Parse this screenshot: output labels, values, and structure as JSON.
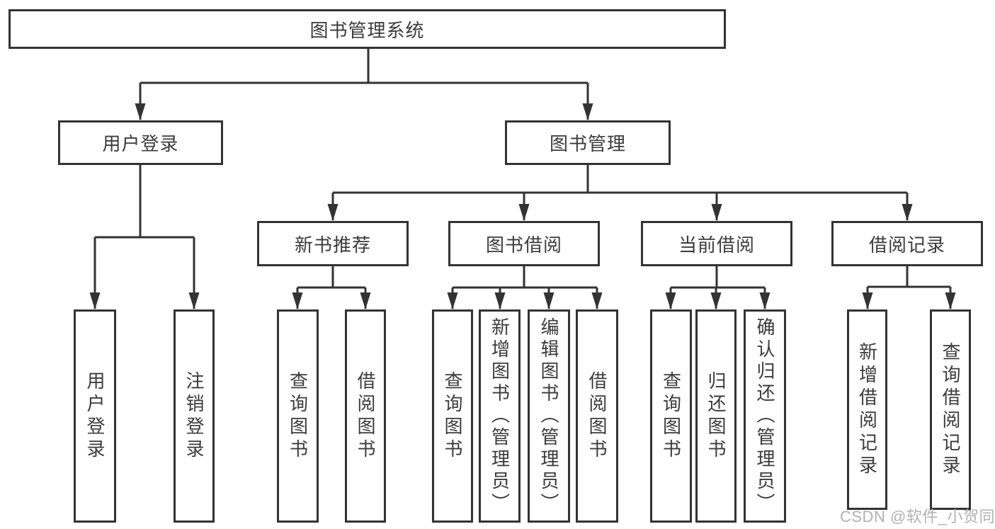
{
  "tree": {
    "label": "图书管理系统",
    "children": [
      {
        "label": "用户登录",
        "children": [
          {
            "label": "用户登录"
          },
          {
            "label": "注销登录"
          }
        ]
      },
      {
        "label": "图书管理",
        "children": [
          {
            "label": "新书推荐",
            "children": [
              {
                "label": "查询图书"
              },
              {
                "label": "借阅图书"
              }
            ]
          },
          {
            "label": "图书借阅",
            "children": [
              {
                "label": "查询图书"
              },
              {
                "label": "新增图书（管理员）"
              },
              {
                "label": "编辑图书（管理员）"
              },
              {
                "label": "借阅图书"
              }
            ]
          },
          {
            "label": "当前借阅",
            "children": [
              {
                "label": "查询图书"
              },
              {
                "label": "归还图书"
              },
              {
                "label": "确认归还（管理员）"
              }
            ]
          },
          {
            "label": "借阅记录",
            "children": [
              {
                "label": "新增借阅记录"
              },
              {
                "label": "查询借阅记录"
              }
            ]
          }
        ]
      }
    ]
  },
  "watermark": "CSDN @软件_小贺同学",
  "colors": {
    "line": "#333333",
    "box_border": "#333333",
    "text": "#3b3b3b",
    "watermark": "#b2b2b2",
    "background": "#ffffff"
  }
}
